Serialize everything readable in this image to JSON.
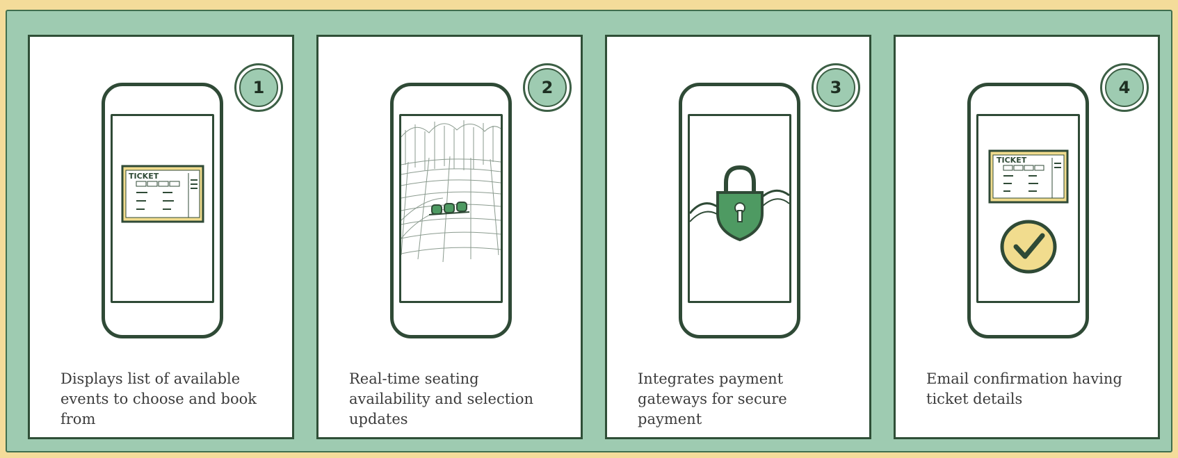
{
  "steps": [
    {
      "number": "1",
      "caption": "Displays list of available events to choose and book from",
      "illustration": "ticket-list"
    },
    {
      "number": "2",
      "caption": "Real-time seating availability and selection updates",
      "illustration": "stadium-seats"
    },
    {
      "number": "3",
      "caption": "Integrates payment gateways for secure payment",
      "illustration": "padlock"
    },
    {
      "number": "4",
      "caption": "Email confirmation having ticket details",
      "illustration": "ticket-checkmark"
    }
  ],
  "ticket_label": "TICKET",
  "colors": {
    "background": "#f4dc9a",
    "frame": "#9ecbb1",
    "outline": "#2f4a36",
    "ticket_fill": "#f1dc8e",
    "seat_fill": "#4e9a62"
  }
}
